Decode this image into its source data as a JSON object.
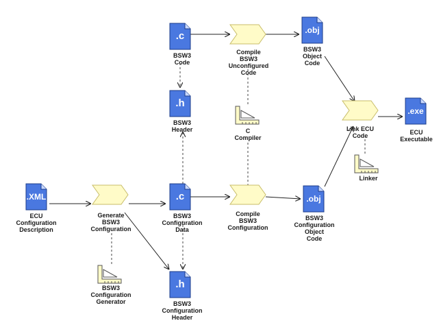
{
  "files": {
    "bsw3_code": {
      "ext": ".c",
      "label": [
        "BSW3",
        "Code"
      ]
    },
    "bsw3_header": {
      "ext": ".h",
      "label": [
        "BSW3",
        "Header"
      ]
    },
    "bsw3_object_code": {
      "ext": ".obj",
      "label": [
        "BSW3",
        "Object",
        "Code"
      ]
    },
    "ecu_executable": {
      "ext": ".exe",
      "label": [
        "ECU",
        "Executable"
      ]
    },
    "ecu_config_desc": {
      "ext": ".XML",
      "label": [
        "ECU",
        "Configuration",
        "Description"
      ]
    },
    "bsw3_config_data": {
      "ext": ".c",
      "label": [
        "BSW3",
        "Configuration",
        "Data"
      ]
    },
    "bsw3_config_object_code": {
      "ext": ".obj",
      "label": [
        "BSW3",
        "Configuration",
        "Object",
        "Code"
      ]
    },
    "bsw3_config_header": {
      "ext": ".h",
      "label": [
        "BSW3",
        "Configuration",
        "Header"
      ]
    }
  },
  "processes": {
    "compile_unconfigured": {
      "label": [
        "Compile",
        "BSW3",
        "Unconfigured",
        "Code"
      ]
    },
    "link_ecu_code": {
      "label": [
        "Link ECU",
        "Code"
      ]
    },
    "generate_config": {
      "label": [
        "Generate",
        "BSW3",
        "Configuration"
      ]
    },
    "compile_config": {
      "label": [
        "Compile",
        "BSW3",
        "Configuration"
      ]
    }
  },
  "tools": {
    "c_compiler": {
      "label": [
        "C",
        "Compiler"
      ]
    },
    "linker": {
      "label": [
        "Linker"
      ]
    },
    "config_generator": {
      "label": [
        "BSW3",
        "Configuration",
        "Generator"
      ]
    }
  },
  "colors": {
    "file_fill": "#4a78e0",
    "file_fold": "#c8d8ff",
    "process_fill": "#fffbc8",
    "process_stroke": "#c8bd6a",
    "tool_fill": "#fffbc8",
    "line": "#222222"
  }
}
